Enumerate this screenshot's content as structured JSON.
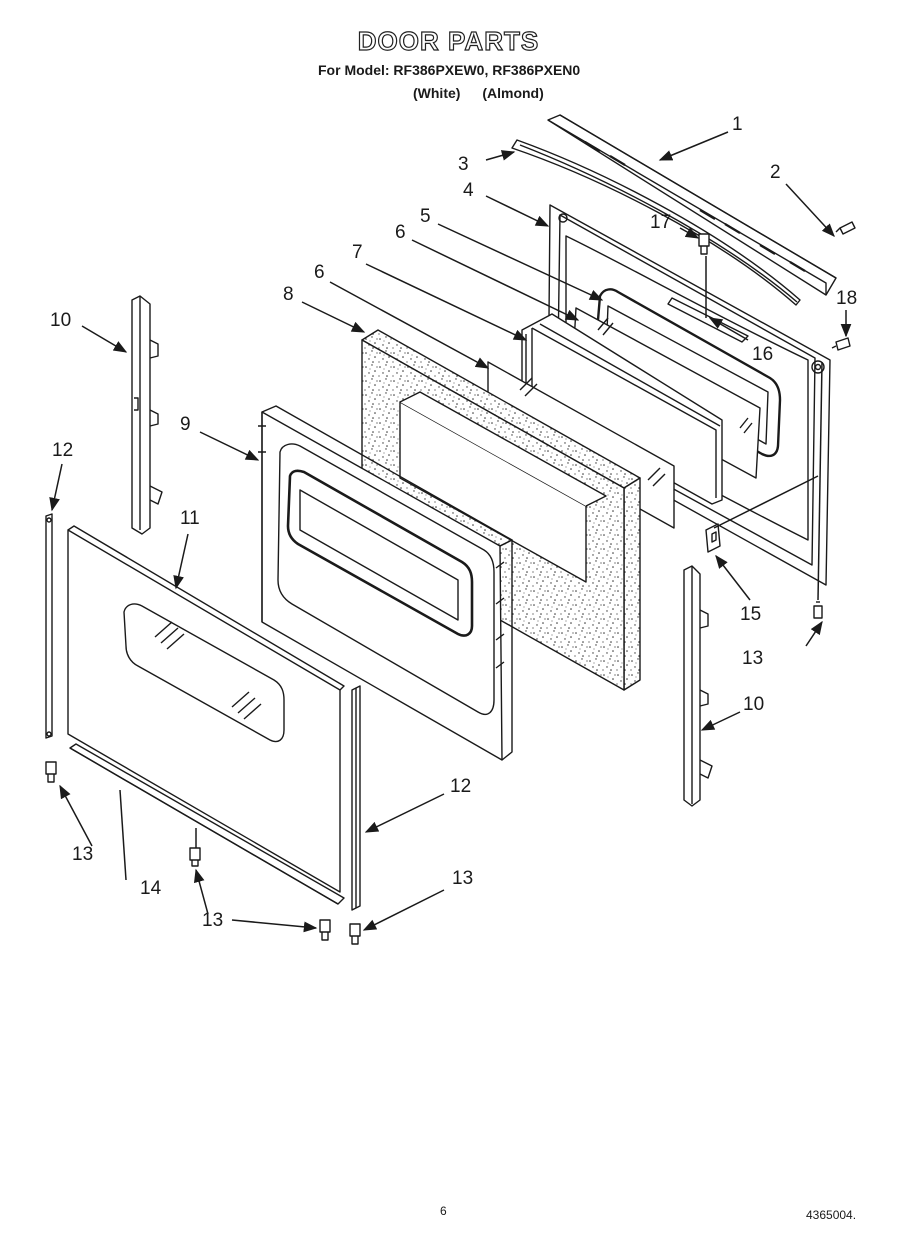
{
  "header": {
    "title": "DOOR PARTS",
    "model_line": "For Model: RF386PXEW0, RF386PXEN0",
    "variants": [
      "(White)",
      "(Almond)"
    ]
  },
  "callouts": [
    {
      "id": "c1",
      "label": "1"
    },
    {
      "id": "c2",
      "label": "2"
    },
    {
      "id": "c3",
      "label": "3"
    },
    {
      "id": "c4",
      "label": "4"
    },
    {
      "id": "c5",
      "label": "5"
    },
    {
      "id": "c6a",
      "label": "6"
    },
    {
      "id": "c6b",
      "label": "6"
    },
    {
      "id": "c7",
      "label": "7"
    },
    {
      "id": "c8",
      "label": "8"
    },
    {
      "id": "c9",
      "label": "9"
    },
    {
      "id": "c10a",
      "label": "10"
    },
    {
      "id": "c10b",
      "label": "10"
    },
    {
      "id": "c11",
      "label": "11"
    },
    {
      "id": "c12a",
      "label": "12"
    },
    {
      "id": "c12b",
      "label": "12"
    },
    {
      "id": "c13a",
      "label": "13"
    },
    {
      "id": "c13b",
      "label": "13"
    },
    {
      "id": "c13c",
      "label": "13"
    },
    {
      "id": "c13d",
      "label": "13"
    },
    {
      "id": "c14",
      "label": "14"
    },
    {
      "id": "c15",
      "label": "15"
    },
    {
      "id": "c16",
      "label": "16"
    },
    {
      "id": "c17",
      "label": "17"
    },
    {
      "id": "c18",
      "label": "18"
    }
  ],
  "footer": {
    "page_number": "6",
    "doc_code": "4365004."
  }
}
